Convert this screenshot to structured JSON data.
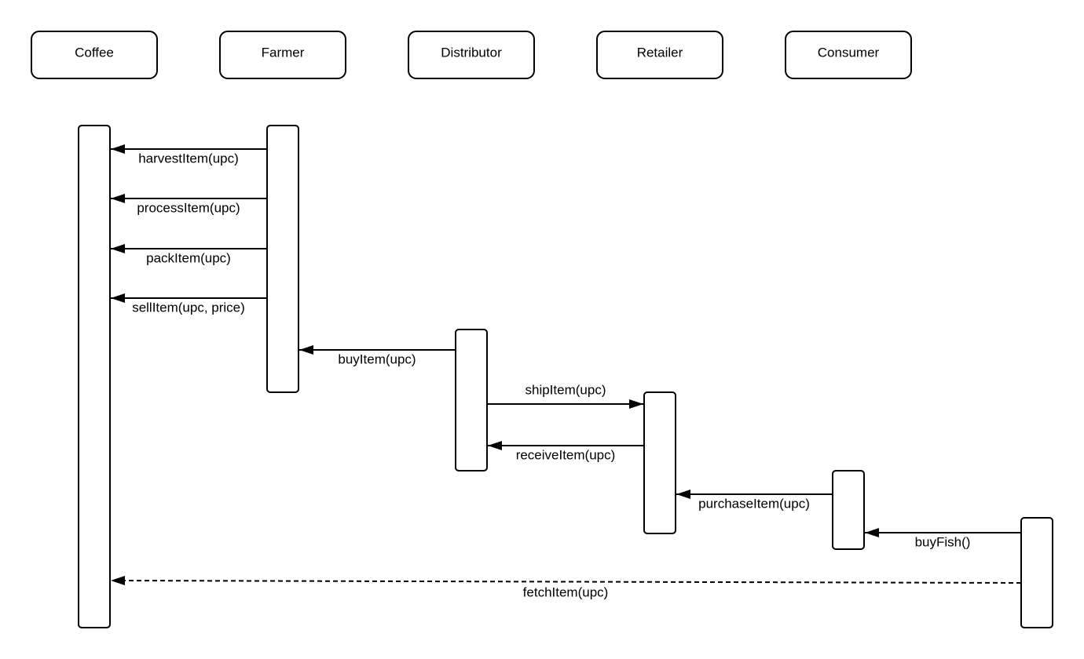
{
  "actors": [
    {
      "id": "coffee",
      "label": "Coffee"
    },
    {
      "id": "farmer",
      "label": "Farmer"
    },
    {
      "id": "distributor",
      "label": "Distributor"
    },
    {
      "id": "retailer",
      "label": "Retailer"
    },
    {
      "id": "consumer",
      "label": "Consumer"
    }
  ],
  "messages": [
    {
      "id": "harvest",
      "from": "farmer",
      "to": "coffee",
      "label": "harvestItem(upc)",
      "style": "solid"
    },
    {
      "id": "process",
      "from": "farmer",
      "to": "coffee",
      "label": "processItem(upc)",
      "style": "solid"
    },
    {
      "id": "pack",
      "from": "farmer",
      "to": "coffee",
      "label": "packItem(upc)",
      "style": "solid"
    },
    {
      "id": "sell",
      "from": "farmer",
      "to": "coffee",
      "label": "sellItem(upc, price)",
      "style": "solid"
    },
    {
      "id": "buy",
      "from": "distributor",
      "to": "farmer",
      "label": "buyItem(upc)",
      "style": "solid"
    },
    {
      "id": "ship",
      "from": "distributor",
      "to": "retailer",
      "label": "shipItem(upc)",
      "style": "solid"
    },
    {
      "id": "receive",
      "from": "retailer",
      "to": "distributor",
      "label": "receiveItem(upc)",
      "style": "solid"
    },
    {
      "id": "purchase",
      "from": "consumer",
      "to": "retailer",
      "label": "purchaseItem(upc)",
      "style": "solid"
    },
    {
      "id": "buyfish",
      "from": "fifth-activation",
      "to": "consumer",
      "label": "buyFish()",
      "style": "solid"
    },
    {
      "id": "fetch",
      "from": "fifth-activation",
      "to": "coffee",
      "label": "fetchItem(upc)",
      "style": "dashed"
    }
  ]
}
